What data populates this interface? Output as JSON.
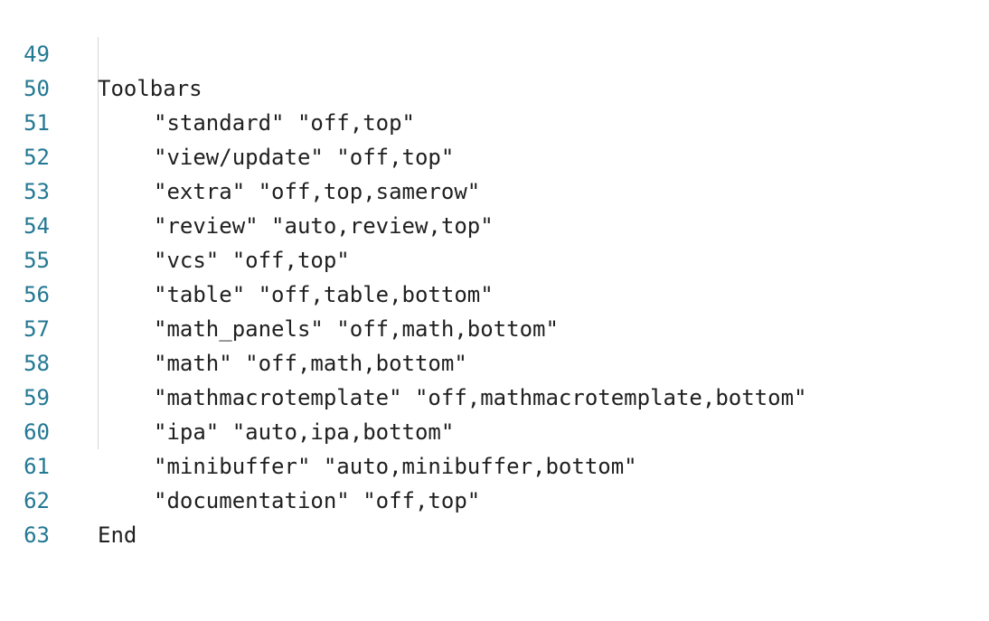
{
  "editor": {
    "lines": [
      {
        "number": "49",
        "text": "Toolbars"
      },
      {
        "number": "50",
        "text": "\"standard\" \"off,top\""
      },
      {
        "number": "51",
        "text": "\"view/update\" \"off,top\""
      },
      {
        "number": "52",
        "text": "\"extra\" \"off,top,samerow\""
      },
      {
        "number": "53",
        "text": "\"review\" \"auto,review,top\""
      },
      {
        "number": "54",
        "text": "\"vcs\" \"off,top\""
      },
      {
        "number": "55",
        "text": "\"table\" \"off,table,bottom\""
      },
      {
        "number": "56",
        "text": "\"math_panels\" \"off,math,bottom\""
      },
      {
        "number": "57",
        "text": "\"math\" \"off,math,bottom\""
      },
      {
        "number": "58",
        "text": "\"mathmacrotemplate\" \"off,mathmacrotemplate,bottom\""
      },
      {
        "number": "59",
        "text": "\"ipa\" \"auto,ipa,bottom\""
      },
      {
        "number": "60",
        "text": "\"minibuffer\" \"auto,minibuffer,bottom\""
      },
      {
        "number": "61",
        "text": "\"documentation\" \"off,top\""
      },
      {
        "number": "62",
        "text": "End"
      },
      {
        "number": "63",
        "text": ""
      }
    ]
  },
  "colors": {
    "line_number": "#237893",
    "code_text": "#1f1f1f",
    "indent_guide": "#d6d6d6",
    "background": "#ffffff"
  }
}
